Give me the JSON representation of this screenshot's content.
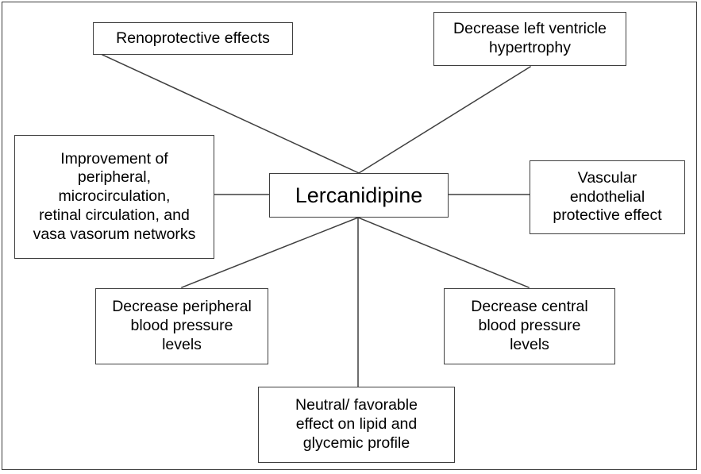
{
  "diagram": {
    "title": "Lercanidipine effects concept map",
    "background_color": "#ffffff",
    "line_color": "#3f3f3f",
    "text_color": "#000000",
    "center": {
      "label": "Lercanidipine"
    },
    "nodes": [
      {
        "id": "renoprotective",
        "label": "Renoprotective effects"
      },
      {
        "id": "lv-hypertrophy",
        "label": "Decrease left ventricle\nhypertrophy"
      },
      {
        "id": "improvement",
        "label": "Improvement of\nperipheral,\nmicrocirculation,\nretinal circulation, and\nvasa vasorum networks"
      },
      {
        "id": "vascular",
        "label": "Vascular\nendothelial\nprotective effect"
      },
      {
        "id": "peripheral-bp",
        "label": "Decrease peripheral\nblood pressure\nlevels"
      },
      {
        "id": "central-bp",
        "label": "Decrease central\nblood pressure\nlevels"
      },
      {
        "id": "lipid-glycemic",
        "label": "Neutral/ favorable\neffect on lipid and\nglycemic profile"
      }
    ],
    "edges": [
      {
        "from": "center",
        "to": "renoprotective"
      },
      {
        "from": "center",
        "to": "lv-hypertrophy"
      },
      {
        "from": "center",
        "to": "improvement"
      },
      {
        "from": "center",
        "to": "vascular"
      },
      {
        "from": "center",
        "to": "peripheral-bp"
      },
      {
        "from": "center",
        "to": "central-bp"
      },
      {
        "from": "center",
        "to": "lipid-glycemic"
      }
    ]
  }
}
